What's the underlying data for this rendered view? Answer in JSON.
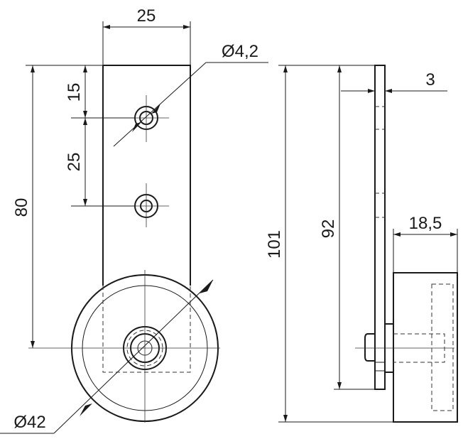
{
  "drawing": {
    "dimensions": {
      "width_top": "25",
      "hole_diameter": "Ø4,2",
      "hole_offset_top": "15",
      "hole_spacing": "25",
      "height_to_center": "80",
      "wheel_diameter": "Ø42",
      "overall_height": "101",
      "side_height": "92",
      "plate_thickness": "3",
      "wheel_width": "18,5"
    }
  }
}
